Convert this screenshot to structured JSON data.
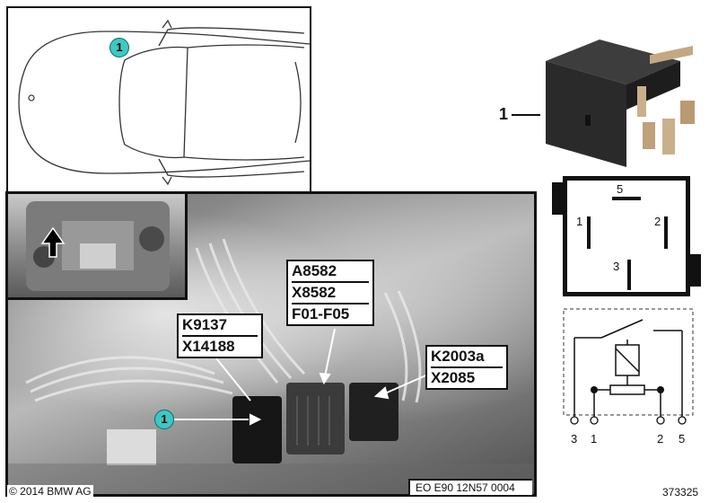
{
  "car_view": {
    "position_marker": "1"
  },
  "photo": {
    "position_marker": "1",
    "labels": {
      "left": [
        "K9137",
        "X14188"
      ],
      "center": [
        "A8582",
        "X8582",
        "F01-F05"
      ],
      "right": [
        "K2003a",
        "X2085"
      ]
    },
    "code": "EO E90 12N57 0004"
  },
  "relay": {
    "callout": "1",
    "pinout_labels": {
      "p5": "5",
      "p1": "1",
      "p2": "2",
      "p3": "3"
    }
  },
  "schematic": {
    "terminals": [
      "3",
      "1",
      "2",
      "5"
    ]
  },
  "footer": {
    "copyright": "© 2014 BMW AG",
    "image_number": "373325"
  }
}
